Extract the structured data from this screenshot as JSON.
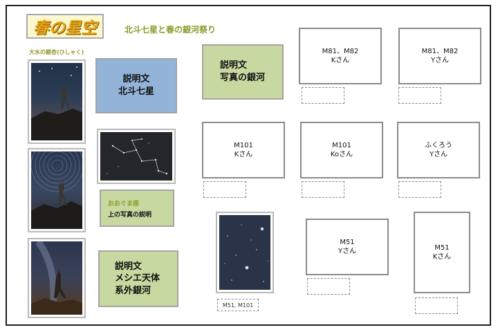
{
  "title": "春の星空",
  "subtitle": "北斗七星と春の銀河祭り",
  "photo_caption": "大水の銀杏(ひしゃく)",
  "desc_hokuto": {
    "line1": "説明文",
    "line2": "北斗七星"
  },
  "desc_ginga": {
    "line1": "説明文",
    "line2": "写真の銀河"
  },
  "desc_messier": {
    "line1": "説明文",
    "line2": "メシエ天体",
    "line3": "系外銀河"
  },
  "ursa": {
    "line1": "おおぐま座",
    "line2": "上の写真の説明"
  },
  "cards": [
    {
      "line1": "M81、M82",
      "line2": "Kさん"
    },
    {
      "line1": "M81、M82",
      "line2": "Yさん"
    },
    {
      "line1": "M101",
      "line2": "Kさん"
    },
    {
      "line1": "M101",
      "line2": "Koさん"
    },
    {
      "line1": "ふくろう",
      "line2": "Yさん"
    },
    {
      "line1": "M51",
      "line2": "Yさん"
    },
    {
      "line1": "M51",
      "line2": "Kさん"
    }
  ],
  "galaxy_photo_label": "M51, M101",
  "colors": {
    "title": "#e8a317",
    "subtitle": "#8c9a2a",
    "blue": "#93b3d9",
    "green": "#c7d9a1"
  }
}
